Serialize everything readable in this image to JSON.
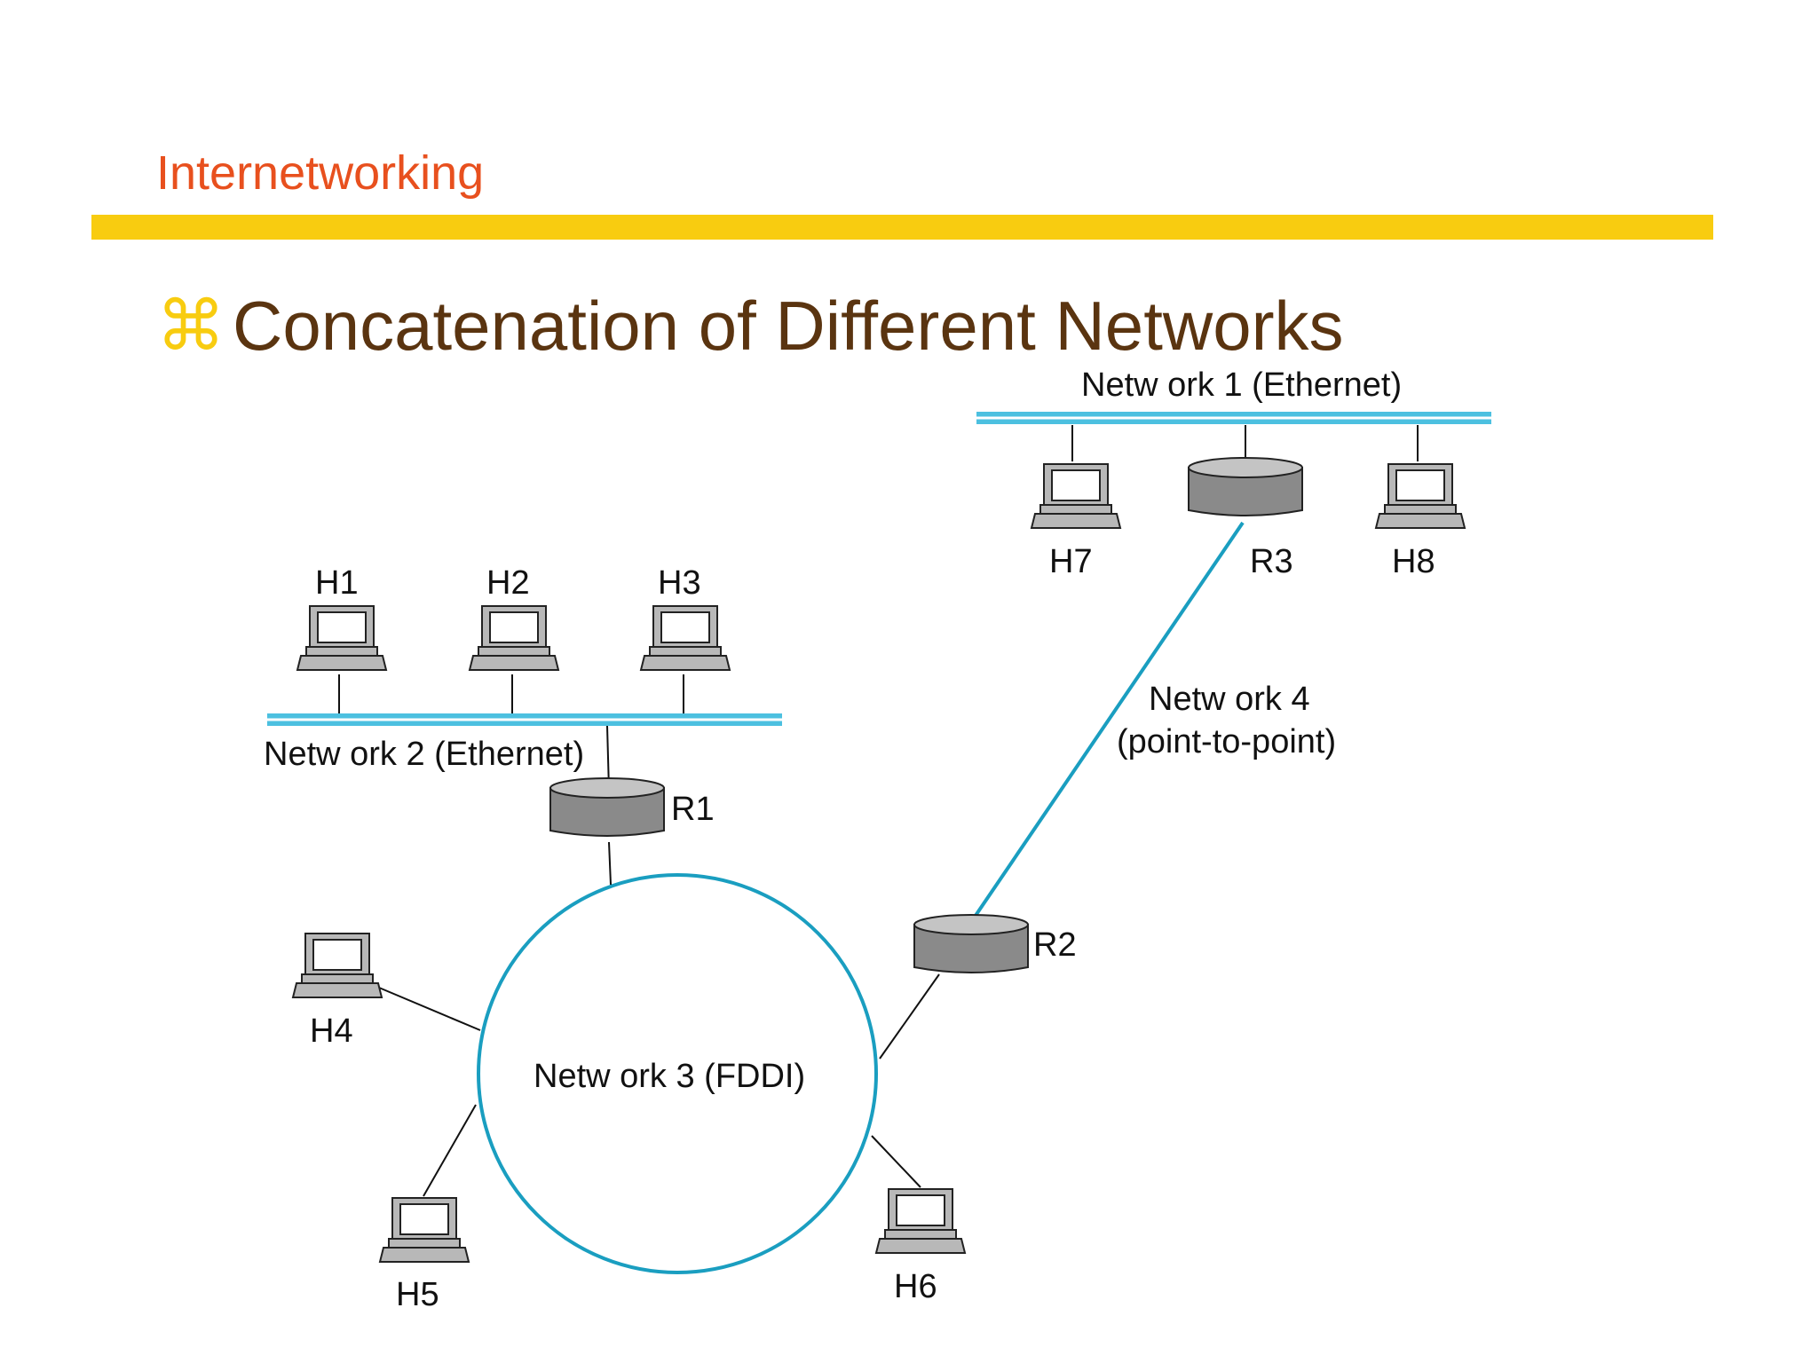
{
  "slide": {
    "section_title": "Internetworking",
    "heading": "Concatenation of Different Networks",
    "bullet_icon": "command-symbol-bullet"
  },
  "colors": {
    "section_title": "#e8501e",
    "accent_bar": "#f8cc10",
    "heading": "#5a3410",
    "network_line": "#1a9ec0"
  },
  "diagram": {
    "networks": {
      "net1": "Netw ork 1 (Ethernet)",
      "net2": "Netw ork 2 (Ethernet)",
      "net3": "Netw ork 3 (FDDI)",
      "net4_line1": "Netw ork 4",
      "net4_line2": "(point-to-point)"
    },
    "hosts": {
      "h1": "H1",
      "h2": "H2",
      "h3": "H3",
      "h4": "H4",
      "h5": "H5",
      "h6": "H6",
      "h7": "H7",
      "h8": "H8"
    },
    "routers": {
      "r1": "R1",
      "r2": "R2",
      "r3": "R3"
    }
  }
}
